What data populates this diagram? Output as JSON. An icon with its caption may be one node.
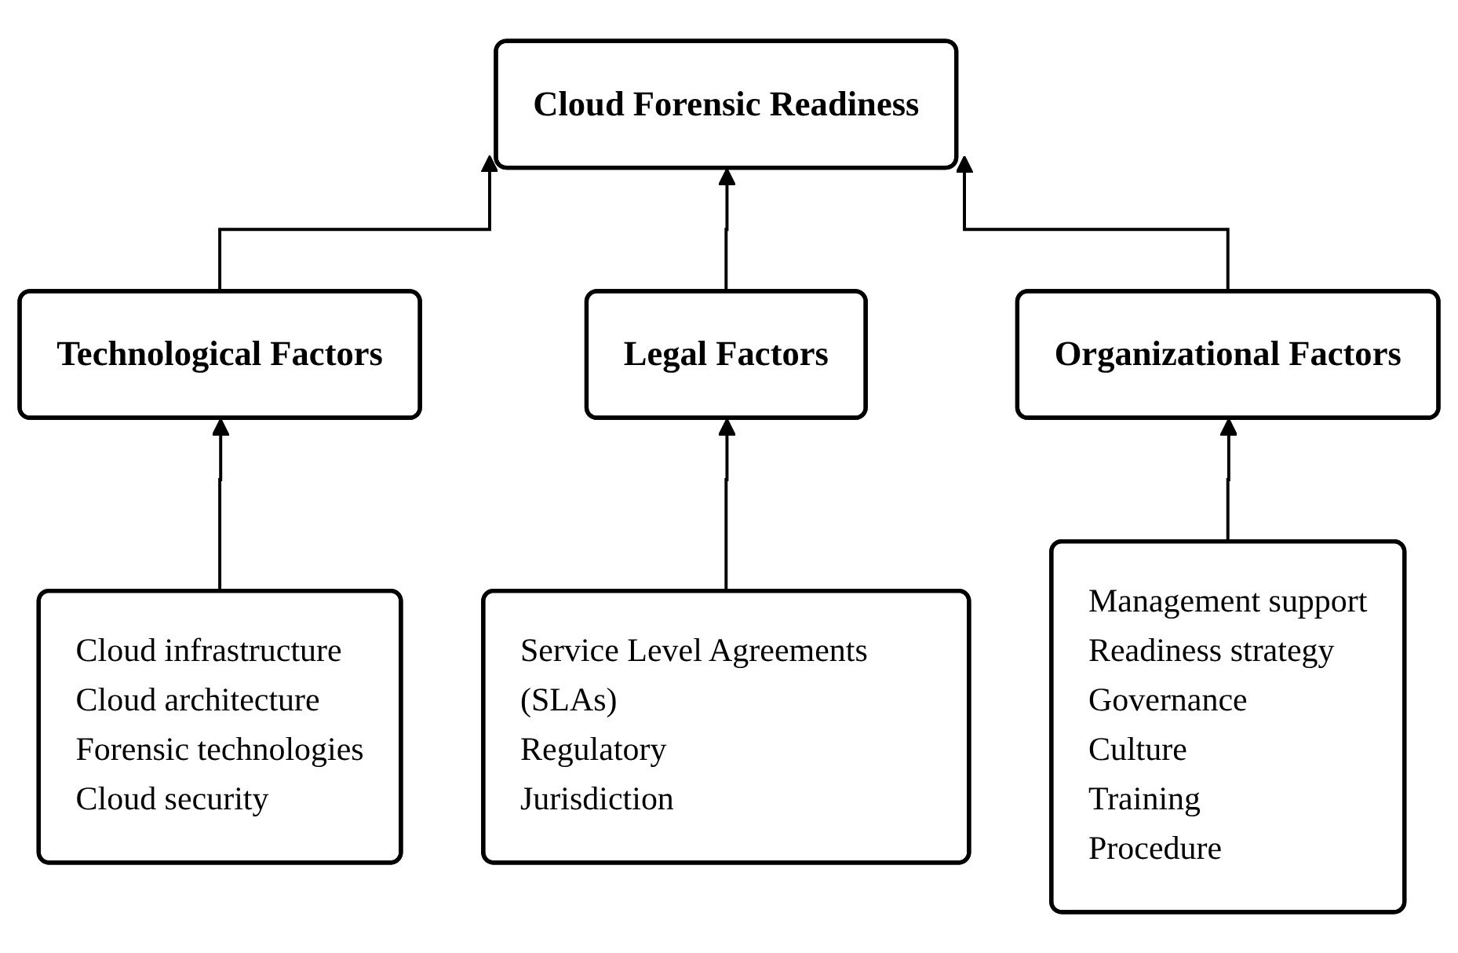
{
  "diagram": {
    "nodes": [
      {
        "text": [
          "Cloud Forensic Readiness"
        ]
      },
      {
        "text": [
          "Technological Factors"
        ]
      },
      {
        "text": [
          "Legal Factors"
        ]
      },
      {
        "text": [
          "Organizational Factors"
        ]
      },
      {
        "text": [
          "Cloud infrastructure",
          "Cloud architecture",
          "Forensic technologies",
          "Cloud security"
        ]
      },
      {
        "text": [
          "Service Level Agreements (SLAs)",
          "Regulatory",
          "Jurisdiction"
        ]
      },
      {
        "text": [
          "Management support",
          "Readiness strategy",
          "Governance",
          "Culture",
          "Training",
          "Procedure"
        ]
      }
    ],
    "edges": [
      {
        "from": 1,
        "to": 0,
        "arrow": "to"
      },
      {
        "from": 2,
        "to": 0,
        "arrow": "to"
      },
      {
        "from": 3,
        "to": 0,
        "arrow": "to"
      },
      {
        "from": 4,
        "to": 1,
        "arrow": "to"
      },
      {
        "from": 5,
        "to": 2,
        "arrow": "to"
      },
      {
        "from": 6,
        "to": 3,
        "arrow": "to"
      }
    ]
  }
}
